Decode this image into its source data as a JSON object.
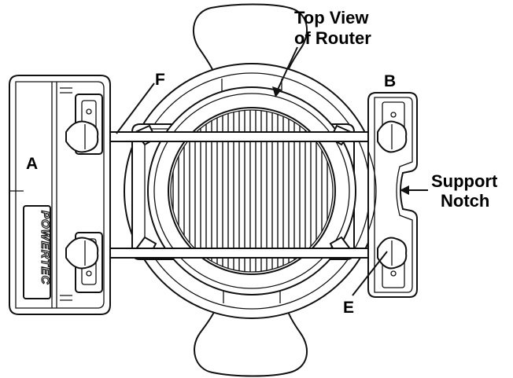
{
  "labels": {
    "top_view_line1": "Top View",
    "top_view_line2": "of Router",
    "label_a": "A",
    "label_b": "B",
    "label_e": "E",
    "label_f": "F",
    "support_line1": "Support",
    "support_line2": "Notch"
  },
  "brand_text": "POWERTEC",
  "colors": {
    "ink": "#111111",
    "paper": "#ffffff"
  }
}
